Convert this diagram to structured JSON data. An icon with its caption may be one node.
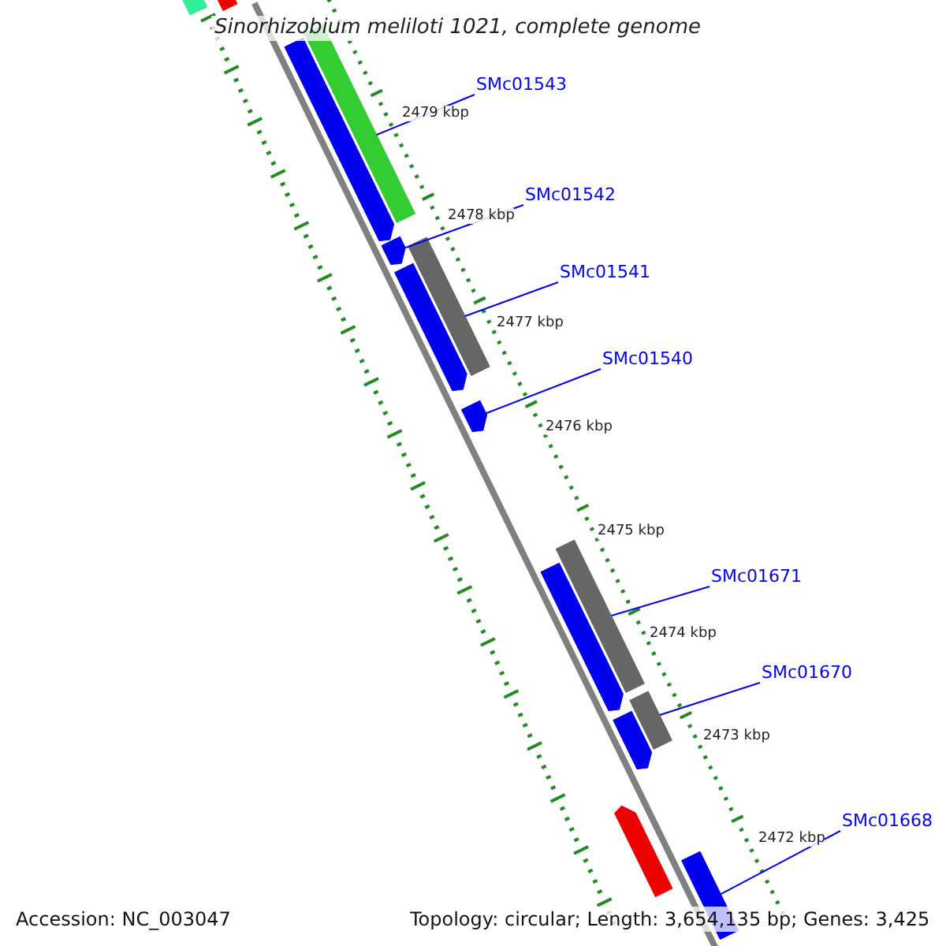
{
  "diagram": {
    "title": "Sinorhizobium meliloti 1021, complete genome",
    "nodes": [
      {
        "text": [
          "SMc01543"
        ]
      },
      {
        "text": [
          "SMc01542"
        ]
      },
      {
        "text": [
          "SMc01541"
        ]
      },
      {
        "text": [
          "SMc01540"
        ]
      },
      {
        "text": [
          "SMc01671"
        ]
      },
      {
        "text": [
          "SMc01670"
        ]
      },
      {
        "text": [
          "SMc01668"
        ]
      },
      {
        "text": [],
        "shape": "bar"
      },
      {
        "text": [],
        "shape": "bar"
      },
      {
        "text": [],
        "shape": "bar"
      },
      {
        "text": [],
        "shape": "bar"
      },
      {
        "text": [],
        "shape": "bar"
      },
      {
        "text": [],
        "shape": "bar"
      },
      {
        "text": [],
        "shape": "bar"
      },
      {
        "text": [],
        "shape": "bar"
      },
      {
        "text": [],
        "shape": "bar"
      },
      {
        "text": [],
        "shape": "bar"
      },
      {
        "text": [],
        "shape": "bar"
      },
      {
        "text": [],
        "shape": "bar"
      },
      {
        "text": [],
        "shape": "bar"
      },
      {
        "text": [],
        "shape": "bar"
      }
    ],
    "edges": [
      {
        "from": 0,
        "to": 9,
        "arrow": "none"
      },
      {
        "from": 1,
        "to": 11,
        "arrow": "none"
      },
      {
        "from": 2,
        "to": 12,
        "arrow": "none"
      },
      {
        "from": 3,
        "to": 14,
        "arrow": "none"
      },
      {
        "from": 4,
        "to": 15,
        "arrow": "none"
      },
      {
        "from": 5,
        "to": 17,
        "arrow": "none"
      },
      {
        "from": 6,
        "to": 20,
        "arrow": "none"
      }
    ],
    "labels": [
      "2479 kbp",
      "2478 kbp",
      "2477 kbp",
      "2476 kbp",
      "2475 kbp",
      "2474 kbp",
      "2473 kbp",
      "2472 kbp",
      "Accession: NC_003047",
      "Topology: circular; Length: 3,654,135 bp; Genes: 3,425"
    ]
  }
}
